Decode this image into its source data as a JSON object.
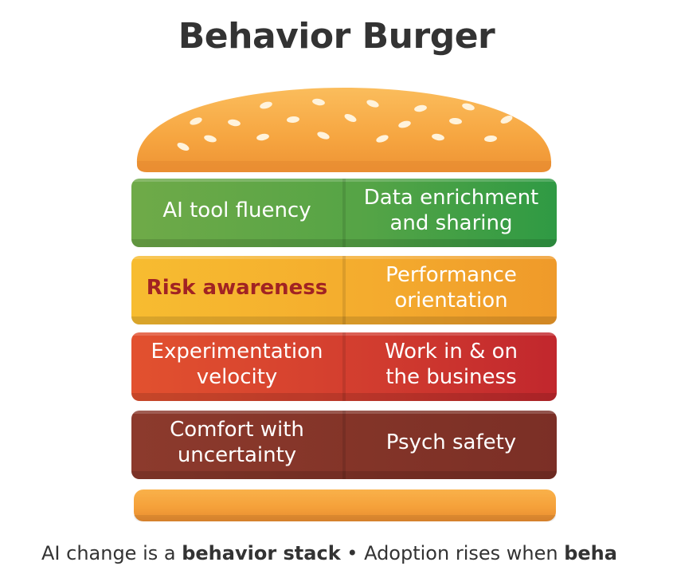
{
  "title": "Behavior Burger",
  "layers": [
    {
      "left": "AI tool fluency",
      "right_line1": "Data enrichment",
      "right_line2": "and sharing"
    },
    {
      "left": "Risk awareness",
      "right_line1": "Performance",
      "right_line2": "orientation"
    },
    {
      "left_line1": "Experimentation",
      "left_line2": "velocity",
      "right_line1": "Work in & on",
      "right_line2": "the business"
    },
    {
      "left_line1": "Comfort with",
      "left_line2": "uncertainty",
      "right": "Psych safety"
    }
  ],
  "caption": {
    "part1": "AI change is a ",
    "bold1": "behavior stack",
    "bullet": " • ",
    "part2": "Adoption rises when ",
    "bold2": "beha"
  },
  "colors": {
    "green": "#55a446",
    "yellow": "#f4ac2e",
    "red": "#d23d2f",
    "brown": "#833428",
    "bun": "#f5a13a",
    "title_text": "#333333"
  }
}
